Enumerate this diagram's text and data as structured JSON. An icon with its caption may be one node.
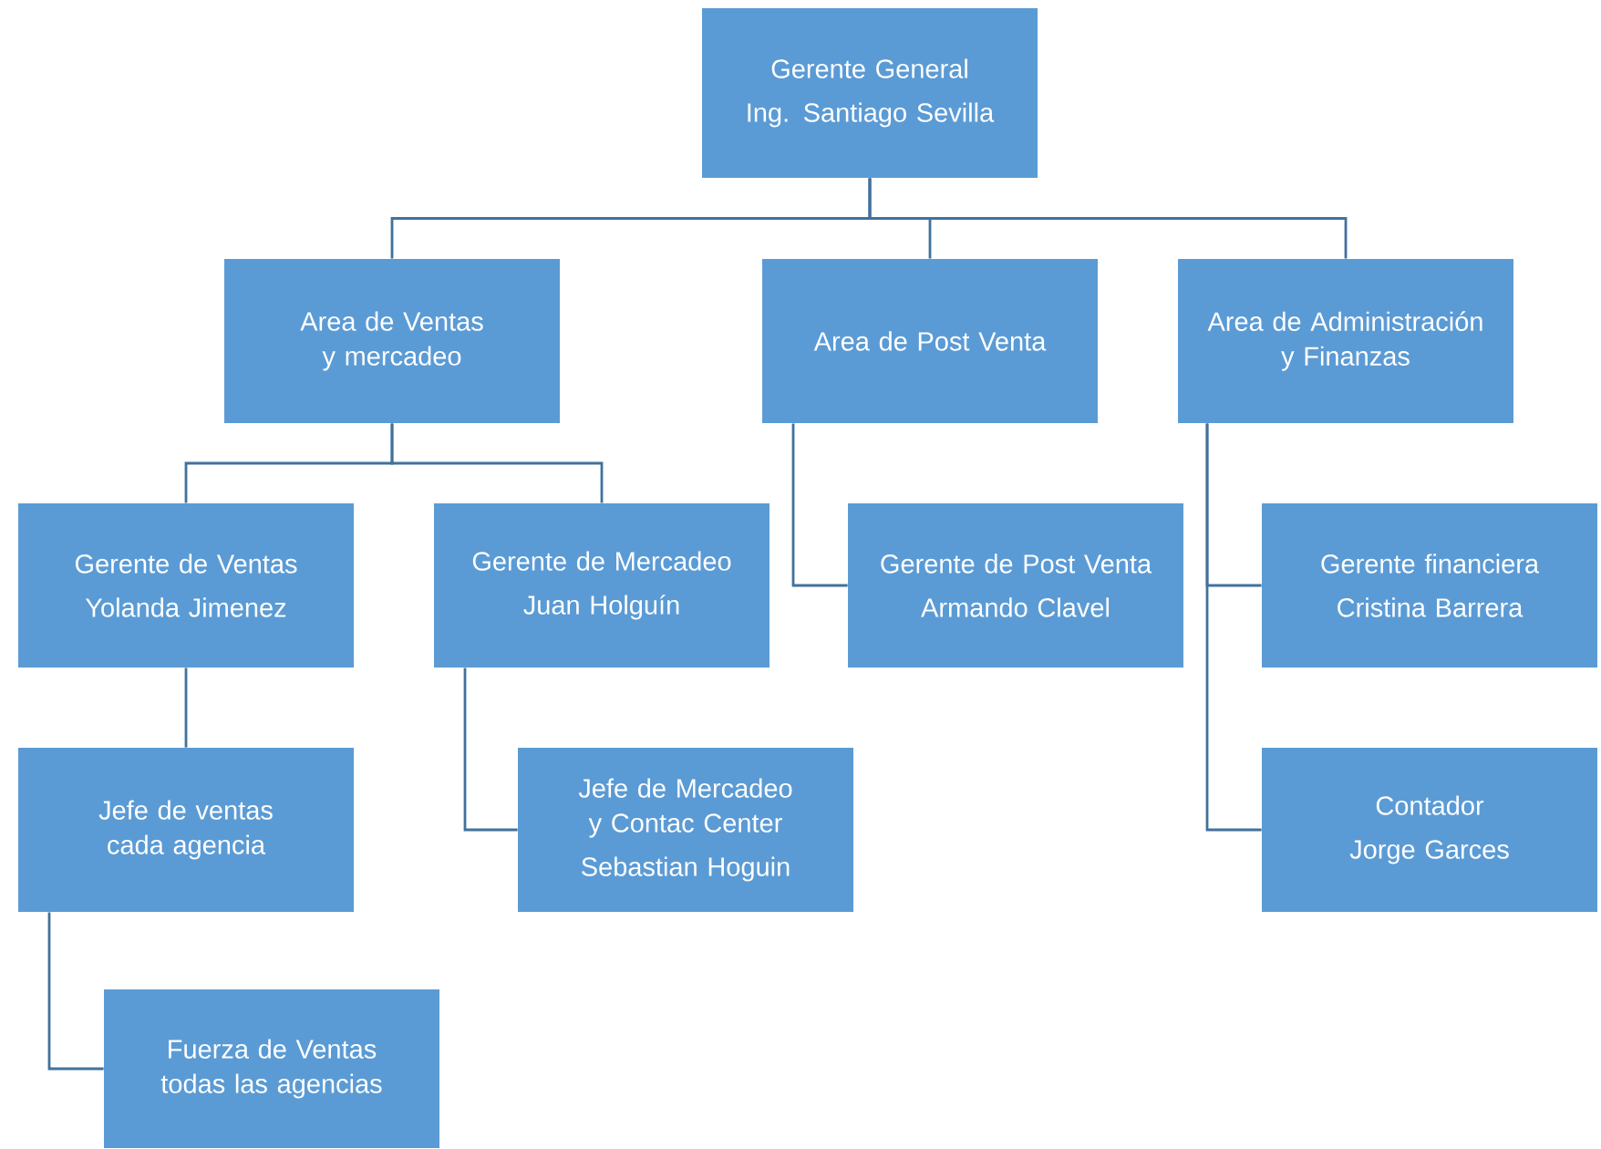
{
  "diagram": {
    "nodes": [
      {
        "text": [
          "Gerente General",
          "Ing. Santiago Sevilla"
        ]
      },
      {
        "text": [
          "Area de Ventas y mercadeo"
        ]
      },
      {
        "text": [
          "Area de Post Venta"
        ]
      },
      {
        "text": [
          "Area de Administración y Finanzas"
        ]
      },
      {
        "text": [
          "Gerente de Ventas",
          "Yolanda Jimenez"
        ]
      },
      {
        "text": [
          "Gerente de Mercadeo",
          "Juan Holguín"
        ]
      },
      {
        "text": [
          "Gerente de Post Venta",
          "Armando Clavel"
        ]
      },
      {
        "text": [
          "Gerente financiera",
          "Cristina Barrera"
        ]
      },
      {
        "text": [
          "Jefe de ventas cada agencia"
        ]
      },
      {
        "text": [
          "Jefe de Mercadeo y Contac Center",
          "Sebastian Hoguin"
        ]
      },
      {
        "text": [
          "Contador",
          "Jorge Garces"
        ]
      },
      {
        "text": [
          "Fuerza de Ventas todas las agencias"
        ]
      }
    ],
    "edges": [
      {
        "from": 0,
        "to": 1,
        "arrow": "none"
      },
      {
        "from": 0,
        "to": 2,
        "arrow": "none"
      },
      {
        "from": 0,
        "to": 3,
        "arrow": "none"
      },
      {
        "from": 1,
        "to": 4,
        "arrow": "none"
      },
      {
        "from": 1,
        "to": 5,
        "arrow": "none"
      },
      {
        "from": 2,
        "to": 6,
        "arrow": "none"
      },
      {
        "from": 3,
        "to": 7,
        "arrow": "none"
      },
      {
        "from": 3,
        "to": 10,
        "arrow": "none"
      },
      {
        "from": 4,
        "to": 8,
        "arrow": "none"
      },
      {
        "from": 5,
        "to": 9,
        "arrow": "none"
      },
      {
        "from": 8,
        "to": 11,
        "arrow": "none"
      }
    ]
  }
}
